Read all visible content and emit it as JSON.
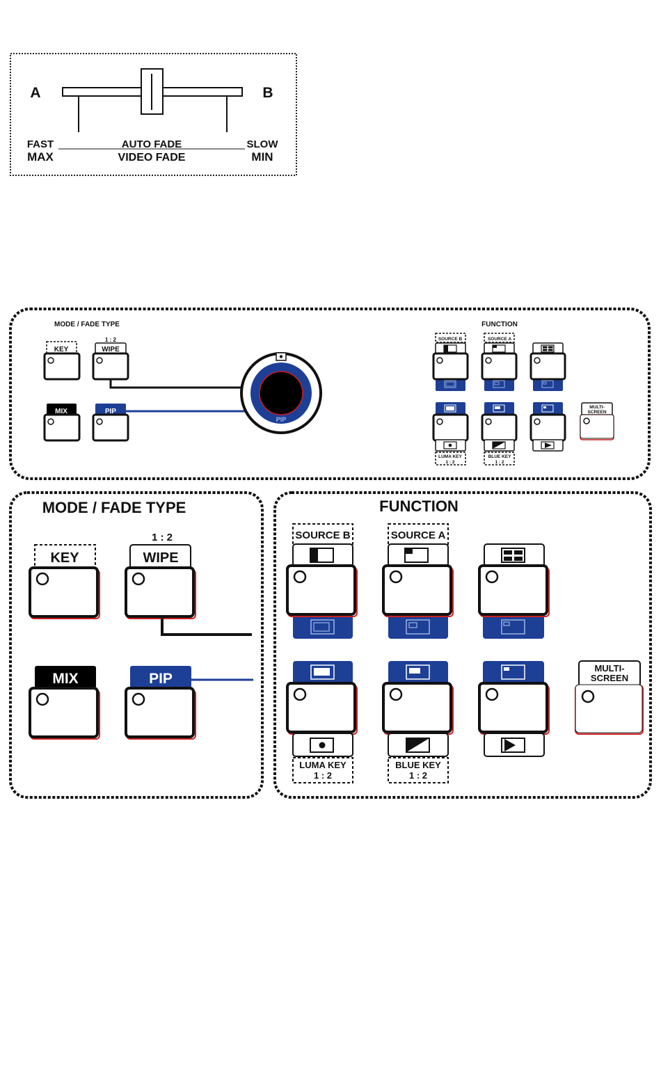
{
  "fader_panel": {
    "side_a": "A",
    "side_b": "B",
    "left_top": "FAST",
    "left_bottom": "MAX",
    "center_top": "AUTO FADE",
    "center_bottom": "VIDEO FADE",
    "right_top": "SLOW",
    "right_bottom": "MIN"
  },
  "mode": {
    "title": "MODE / FADE TYPE",
    "key_label": "KEY",
    "wipe_label": "WIPE",
    "wipe_ratio": "1 : 2",
    "mix_label": "MIX",
    "pip_label": "PIP"
  },
  "knob": {
    "label": "PIP"
  },
  "function": {
    "title": "FUNCTION",
    "source_b": "SOURCE B",
    "source_a": "SOURCE A",
    "luma_key": "LUMA KEY",
    "luma_ratio": "1 : 2",
    "blue_key": "BLUE KEY",
    "blue_ratio": "1 : 2",
    "multi_line1": "MULTI-",
    "multi_line2": "SCREEN"
  },
  "colors": {
    "blue": "#1d3f96",
    "black": "#000000",
    "red_shadow": "#cc1f1f"
  }
}
